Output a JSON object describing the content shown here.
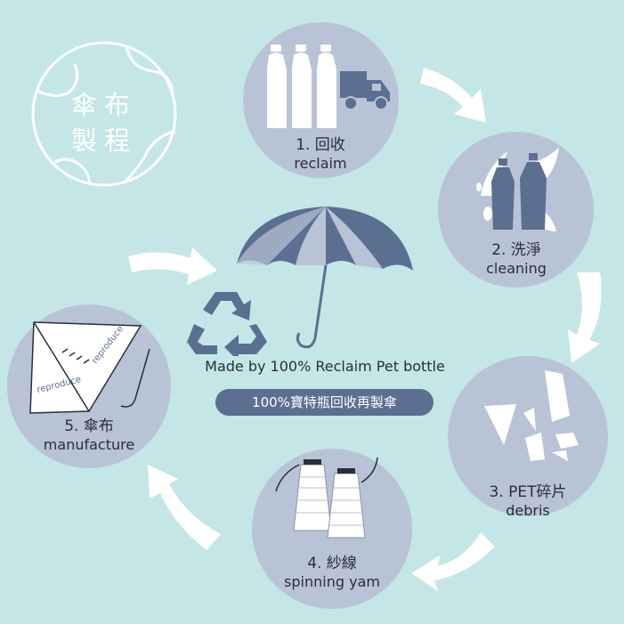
{
  "logo": {
    "text_line1": "傘布",
    "text_line2": "製程"
  },
  "center": {
    "made_by": "Made by 100% Reclaim Pet bottle",
    "badge": "100%寶特瓶回收再製傘"
  },
  "steps": [
    {
      "number_label": "1. 回收",
      "english": "reclaim"
    },
    {
      "number_label": "2. 洗淨",
      "english": "cleaning"
    },
    {
      "number_label": "3. PET碎片",
      "english": "debris"
    },
    {
      "number_label": "4. 紗線",
      "english": "spinning yam"
    },
    {
      "number_label": "5. 傘布",
      "english": "manufacture"
    }
  ],
  "fabric_labels": {
    "left": "reproduce",
    "right": "reproduce"
  },
  "colors": {
    "background": "#c4e6e6",
    "circle": "#b9c3d6",
    "accent": "#5b6f91",
    "white": "#ffffff"
  },
  "icons": [
    "globe-icon",
    "bottles-icon",
    "truck-icon",
    "splash-icon",
    "debris-icon",
    "spools-icon",
    "fabric-icon",
    "umbrella-icon",
    "recycle-icon",
    "arrow-icon"
  ]
}
